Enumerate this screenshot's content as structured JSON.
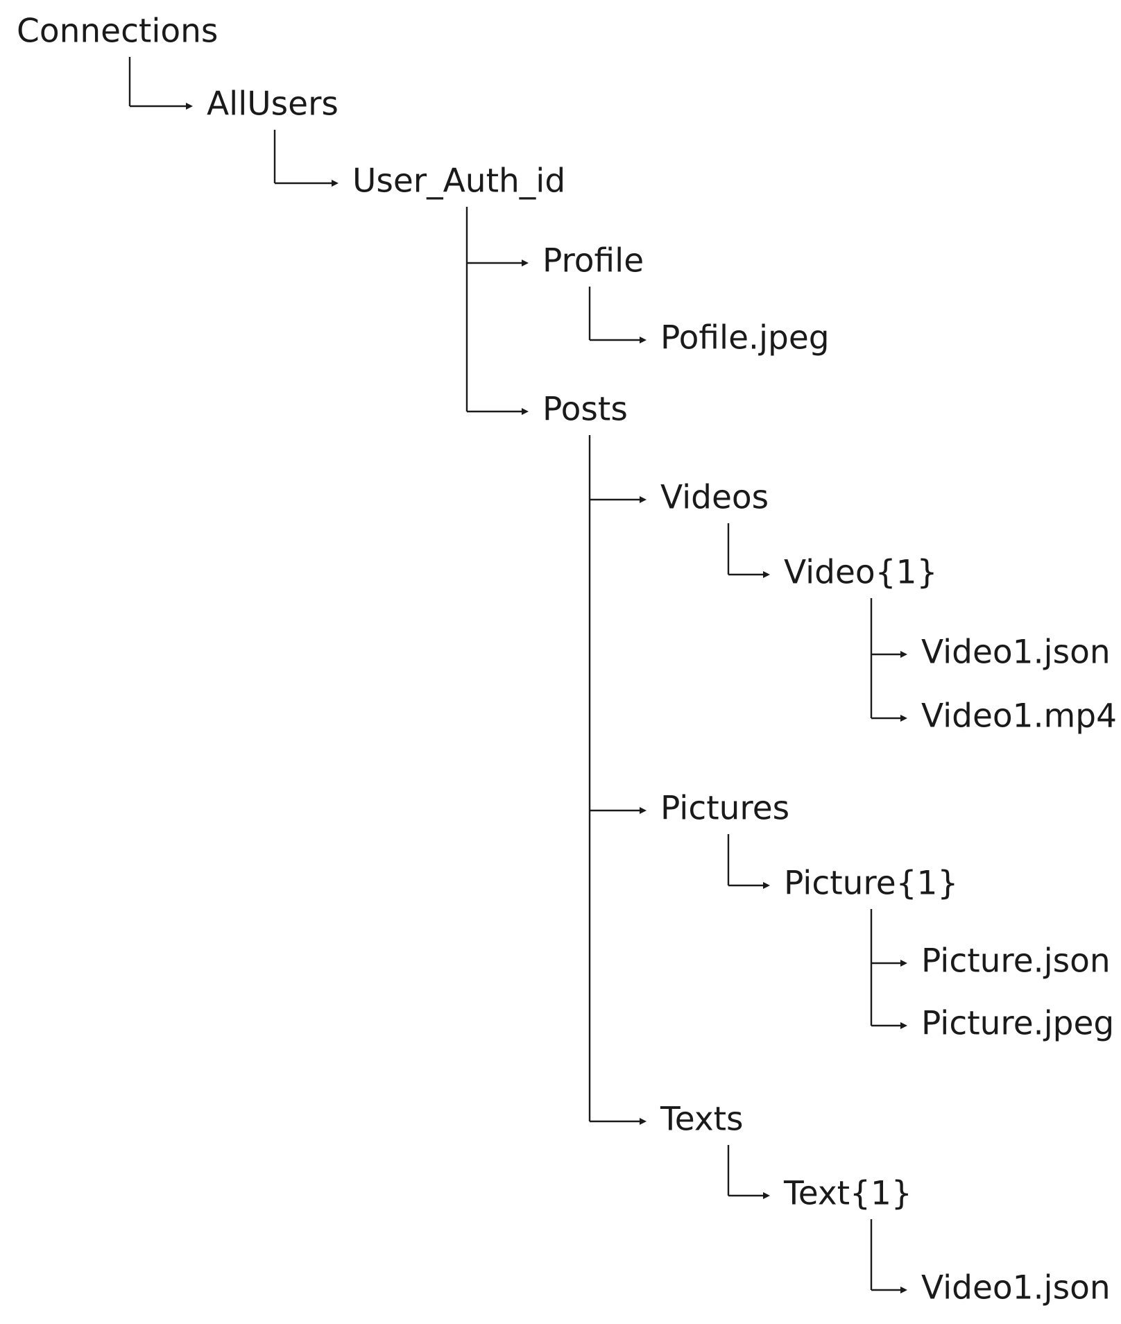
{
  "tree": {
    "label": "Connections",
    "children": [
      {
        "label": "AllUsers",
        "children": [
          {
            "label": "User_Auth_id",
            "children": [
              {
                "label": "Profile",
                "children": [
                  {
                    "label": "Pofile.jpeg"
                  }
                ]
              },
              {
                "label": "Posts",
                "children": [
                  {
                    "label": "Videos",
                    "children": [
                      {
                        "label": "Video{1}",
                        "children": [
                          {
                            "label": "Video1.json"
                          },
                          {
                            "label": "Video1.mp4"
                          }
                        ]
                      }
                    ]
                  },
                  {
                    "label": "Pictures",
                    "children": [
                      {
                        "label": "Picture{1}",
                        "children": [
                          {
                            "label": "Picture.json"
                          },
                          {
                            "label": "Picture.jpeg"
                          }
                        ]
                      }
                    ]
                  },
                  {
                    "label": "Texts",
                    "children": [
                      {
                        "label": "Text{1}",
                        "children": [
                          {
                            "label": "Video1.json"
                          }
                        ]
                      }
                    ]
                  }
                ]
              }
            ]
          }
        ]
      }
    ]
  },
  "colors": {
    "text": "#1a1a1a",
    "line": "#1a1a1a",
    "background": "#ffffff"
  }
}
